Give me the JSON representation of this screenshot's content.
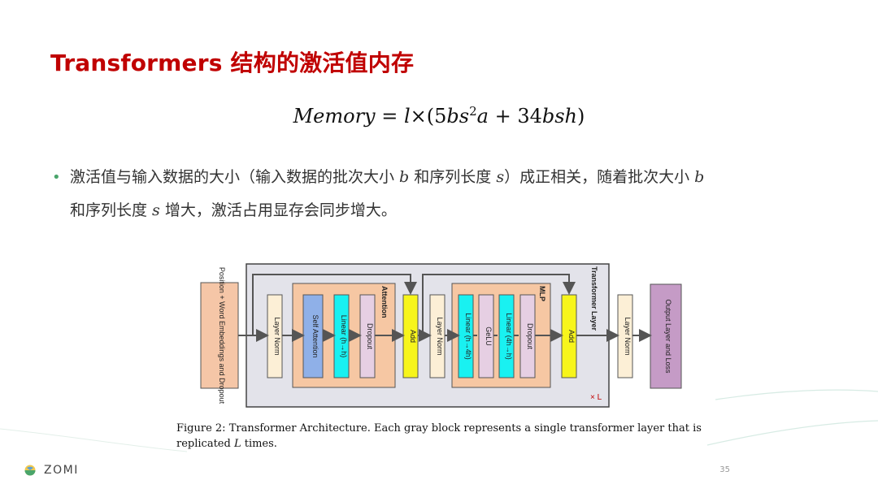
{
  "title": "Transformers 结构的激活值内存",
  "formula": {
    "lhs": "Memory",
    "eq": " = ",
    "l": "l",
    "times": "×(5",
    "bs": "bs",
    "sup": "2",
    "a": "a",
    "plus": " + 34",
    "bsh": "bsh",
    "close": ")"
  },
  "bullet": {
    "p1": "激活值与输入数据的大小（输入数据的批次大小 ",
    "b1": "b",
    "p2": " 和序列长度 ",
    "s1": "s",
    "p3": "）成正相关，随着批次大小  ",
    "b2": "b",
    "p4": "和序列长度 ",
    "s2": "s",
    "p5": " 增大，激活占用显存会同步增大。"
  },
  "diagram": {
    "input_block": "Position + Word Embeddings and Dropout",
    "layer_norm_1": "Layer Norm",
    "self_attention": "Self Attention",
    "linear_hh": "Linear (h→h)",
    "dropout_1": "Dropout",
    "attention_label": "Attention",
    "add_1": "Add",
    "layer_norm_2": "Layer Norm",
    "linear_h4h": "Linear (h→4h)",
    "gelu": "GeLU",
    "linear_4hh": "Linear (4h→h)",
    "dropout_2": "Dropout",
    "mlp_label": "MLP",
    "add_2": "Add",
    "transformer_layer_label": "Transformer Layer",
    "times_l": "× L",
    "layer_norm_3": "Layer Norm",
    "output_block": "Output Layer and Loss"
  },
  "caption": {
    "line1": "Figure 2:  Transformer Architecture.  Each gray block represents a single transformer layer that is",
    "line2_a": "replicated ",
    "line2_l": "L",
    "line2_b": " times."
  },
  "footer": {
    "logo_text": "ZOMI",
    "page_number": "35"
  },
  "colors": {
    "title": "#c00000",
    "gray_block": "#e3e3ea",
    "attention_box": "#f6c7a3",
    "layer_norm": "#fcefd6",
    "self_attention": "#8fb0e8",
    "linear": "#19f1f1",
    "dropout_gelu": "#e6cfe3",
    "add": "#f7f51b",
    "input": "#f5c6a7",
    "output": "#c59bc6"
  }
}
